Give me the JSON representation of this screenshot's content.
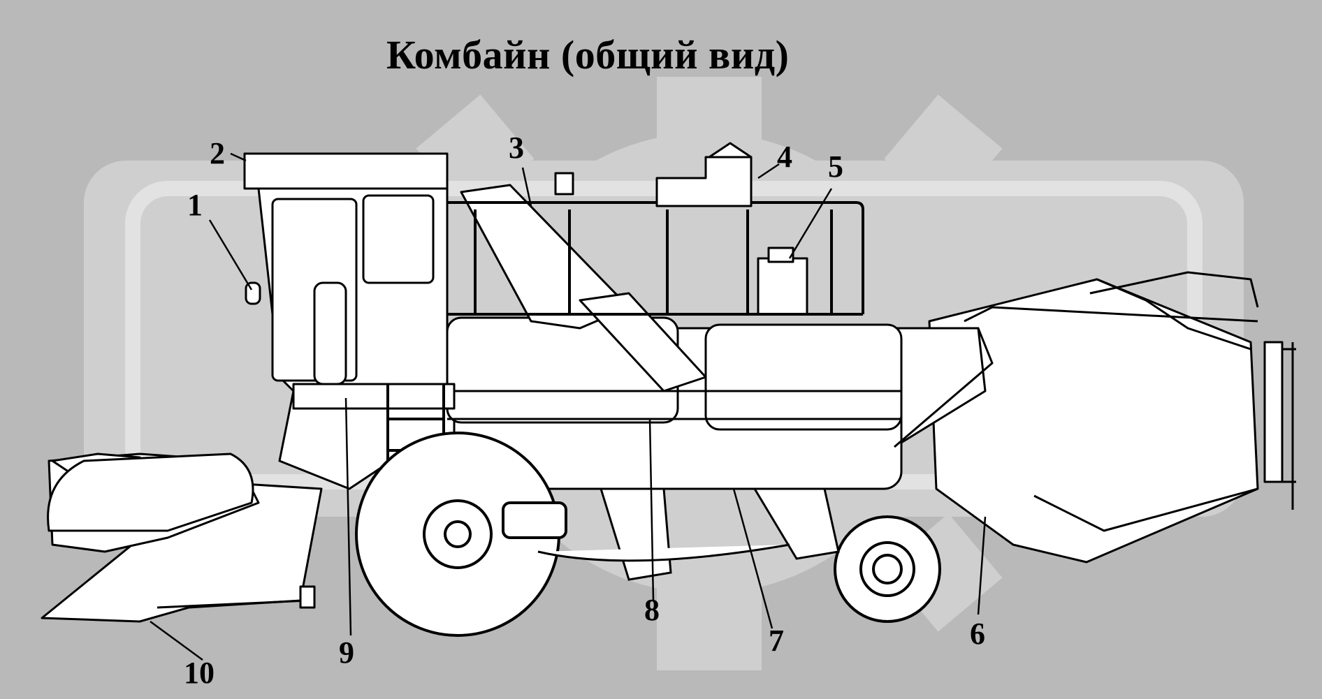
{
  "title": "Комбайн (общий вид)",
  "callouts": [
    {
      "id": "1",
      "label": "1"
    },
    {
      "id": "2",
      "label": "2"
    },
    {
      "id": "3",
      "label": "3"
    },
    {
      "id": "4",
      "label": "4"
    },
    {
      "id": "5",
      "label": "5"
    },
    {
      "id": "6",
      "label": "6"
    },
    {
      "id": "7",
      "label": "7"
    },
    {
      "id": "8",
      "label": "8"
    },
    {
      "id": "9",
      "label": "9"
    },
    {
      "id": "10",
      "label": "10"
    }
  ],
  "colors": {
    "background": "#b9b9b9",
    "watermark": "#cfcfcf",
    "drawing_fill": "#ffffff",
    "stroke": "#000000"
  }
}
